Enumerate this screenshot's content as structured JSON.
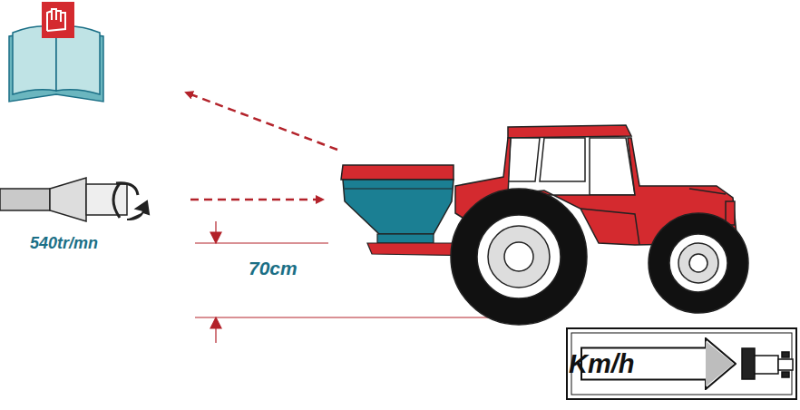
{
  "diagram": {
    "nodes": [
      {
        "text": [
          "Km/h"
        ]
      }
    ],
    "labels": [
      "540tr/mn",
      "70cm"
    ]
  }
}
